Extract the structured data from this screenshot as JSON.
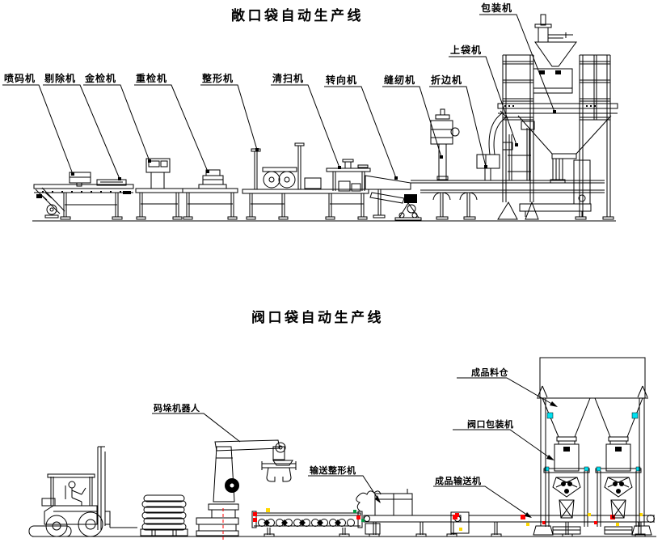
{
  "page": {
    "background": "#ffffff"
  },
  "colors": {
    "line": "#000000",
    "marker_red": "#ff0000",
    "marker_yellow": "#ffd800",
    "marker_cyan": "#00e0f0",
    "marker_green": "#009a44",
    "robot_axis": "#ff0000"
  },
  "top_diagram": {
    "title": "敞口袋自动生产线",
    "labels": [
      {
        "name": "inkjet-coder",
        "text": "喷码机"
      },
      {
        "name": "rejector",
        "text": "剔除机"
      },
      {
        "name": "metal-detector",
        "text": "金检机"
      },
      {
        "name": "checkweigher",
        "text": "重检机"
      },
      {
        "name": "shaping-machine",
        "text": "整形机"
      },
      {
        "name": "cleaning-machine",
        "text": "清扫机"
      },
      {
        "name": "turning-machine",
        "text": "转向机"
      },
      {
        "name": "sewing-machine",
        "text": "缝纫机"
      },
      {
        "name": "edge-folding-machine",
        "text": "折边机"
      },
      {
        "name": "bag-loading-machine",
        "text": "上袋机"
      },
      {
        "name": "packing-machine",
        "text": "包装机"
      }
    ]
  },
  "bottom_diagram": {
    "title": "阀口袋自动生产线",
    "labels": [
      {
        "name": "palletizing-robot",
        "text": "码垛机器人"
      },
      {
        "name": "conveying-shaping-machine",
        "text": "输送整形机"
      },
      {
        "name": "product-conveyor",
        "text": "成品输送机"
      },
      {
        "name": "product-silo",
        "text": "成品料仓"
      },
      {
        "name": "valve-bag-packer",
        "text": "阀口包装机"
      }
    ]
  }
}
